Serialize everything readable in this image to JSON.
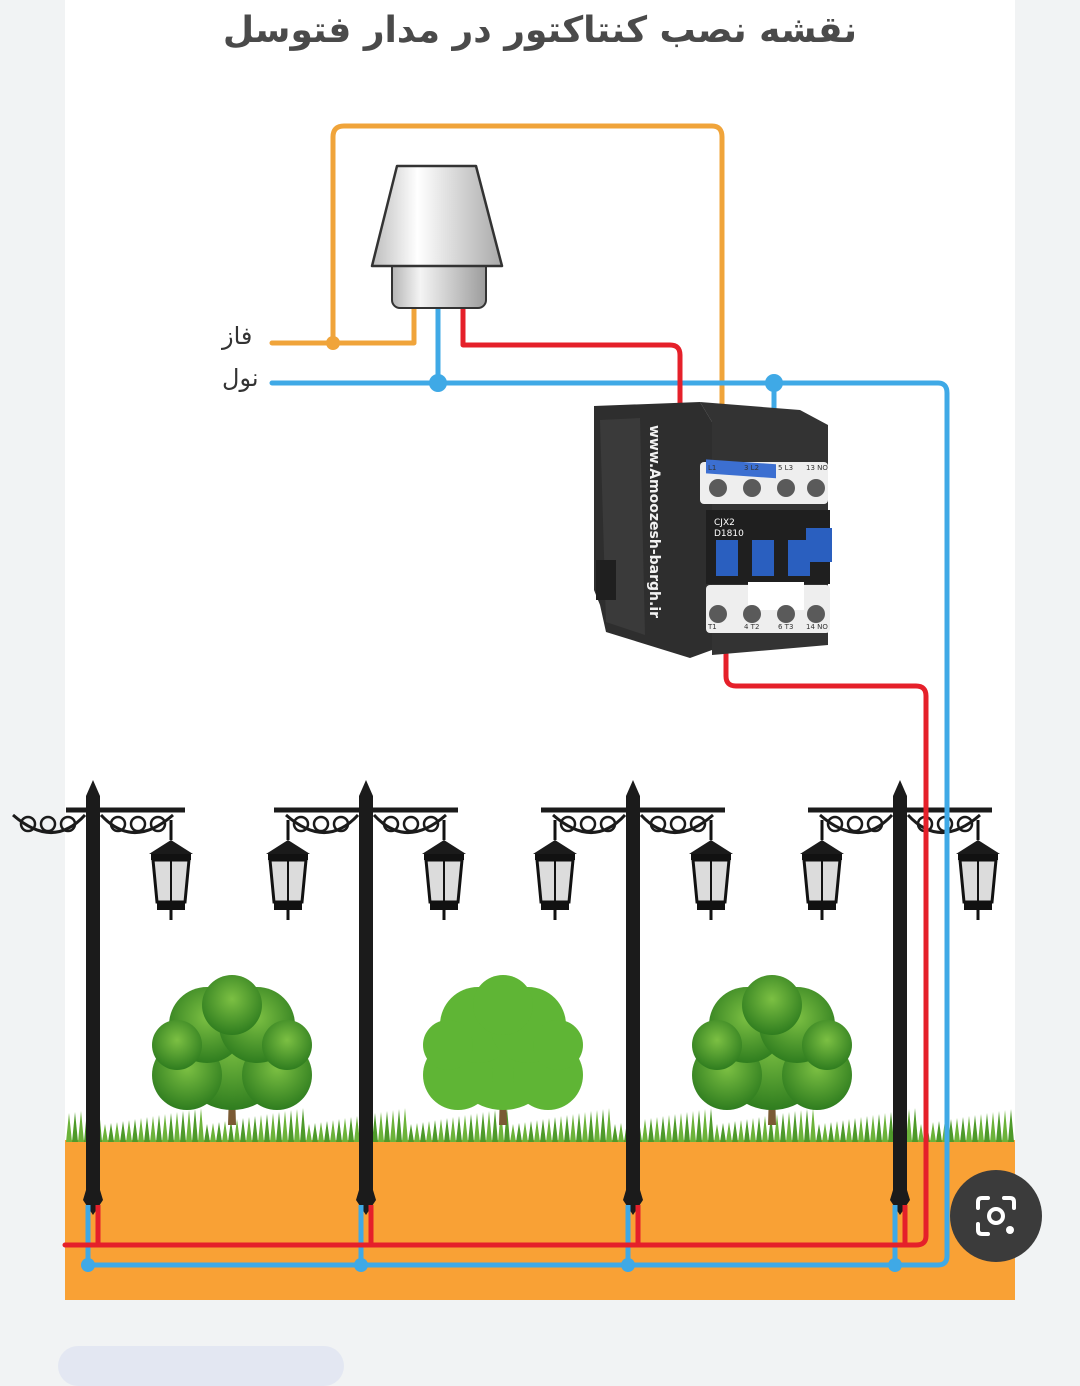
{
  "diagram": {
    "title": "نقشه نصب کنتاکتور در مدار فتوسل",
    "labels": {
      "phase": "فاز",
      "neutral": "نول"
    },
    "contactor": {
      "watermark": "www.Amoozesh-bargh.ir",
      "model_line1": "CJX2",
      "model_line2": "D1810",
      "top_terminals": [
        "L1",
        "3 L2",
        "5 L3",
        "13 NO"
      ],
      "bottom_terminals": [
        "T1",
        "4 T2",
        "6 T3",
        "14 NO"
      ]
    },
    "wire_colors": {
      "phase": "#f0a43a",
      "neutral": "#3fa9e6",
      "load": "#e5202a"
    },
    "lamp_posts": 4,
    "trees": 3
  },
  "ui": {
    "lens_icon": "camera-search-icon"
  }
}
